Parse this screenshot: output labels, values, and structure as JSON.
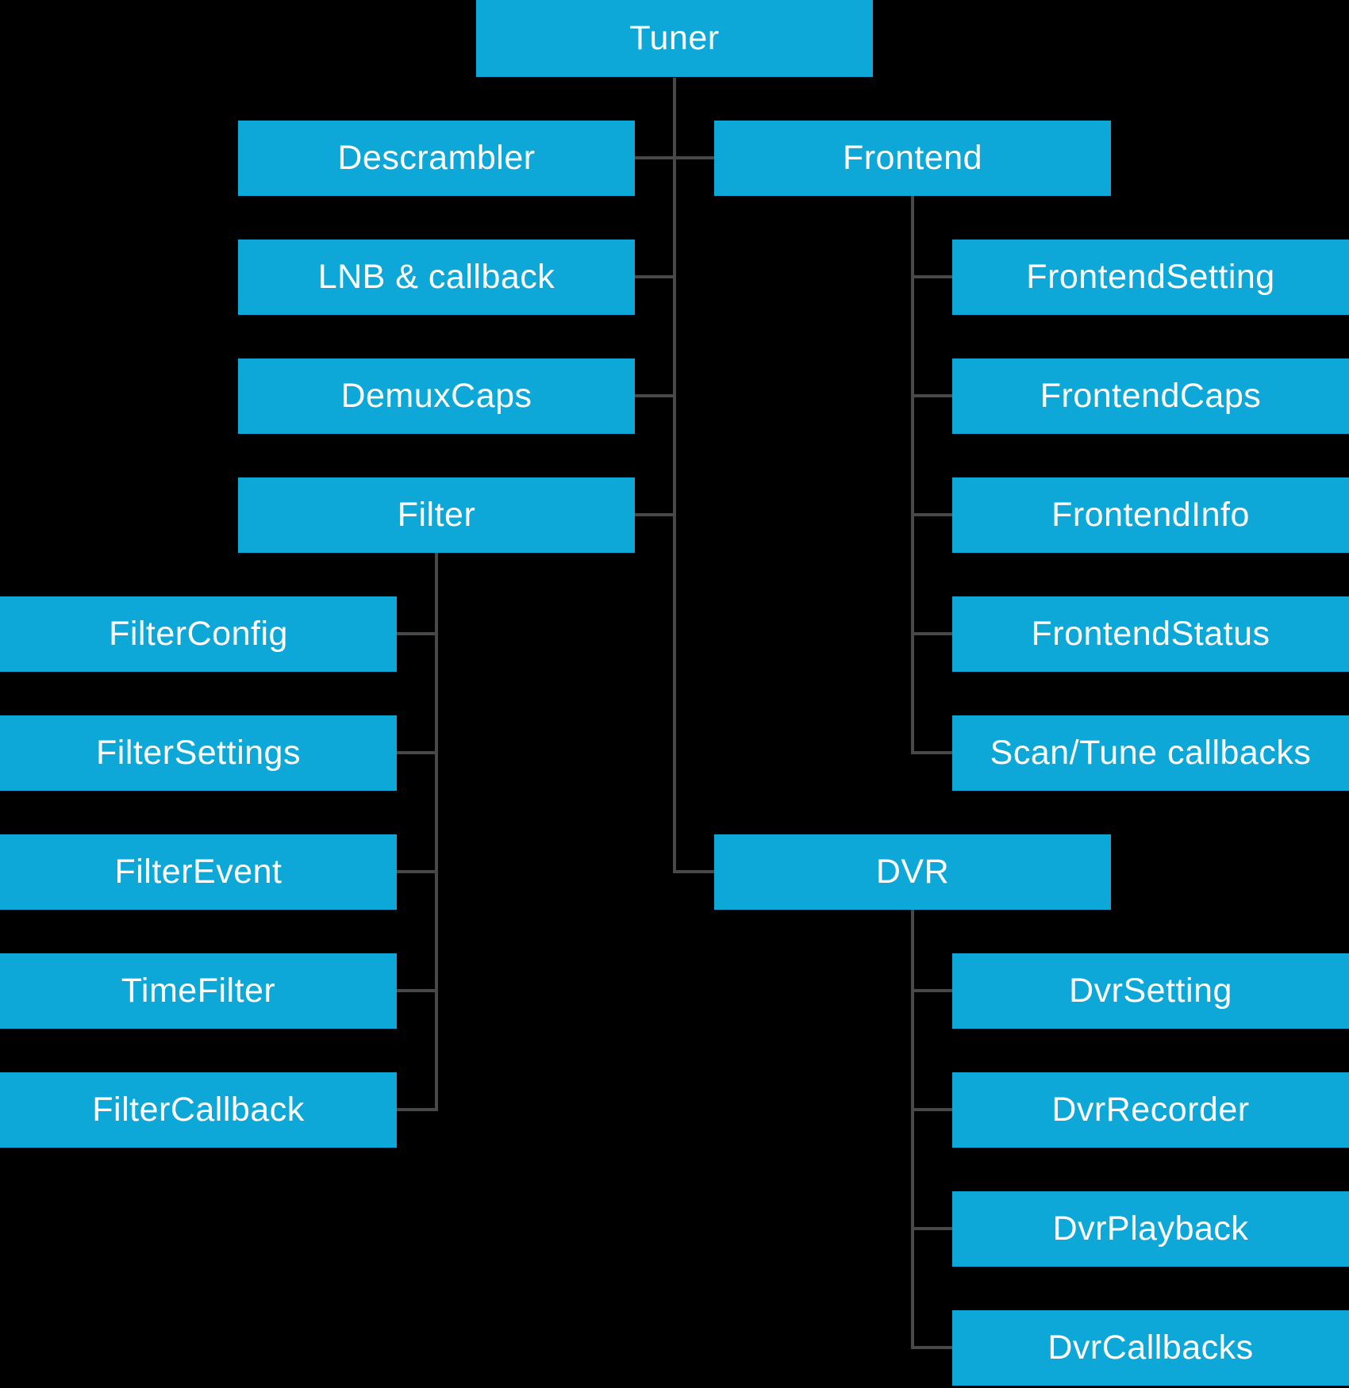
{
  "colors": {
    "background": "#000000",
    "box": "#0ea8d8",
    "text": "#ffffff",
    "connector": "#484848"
  },
  "nodes": {
    "tuner": "Tuner",
    "descrambler": "Descrambler",
    "lnb_callback": "LNB & callback",
    "demux_caps": "DemuxCaps",
    "filter": "Filter",
    "filter_config": "FilterConfig",
    "filter_settings": "FilterSettings",
    "filter_event": "FilterEvent",
    "time_filter": "TimeFilter",
    "filter_callback": "FilterCallback",
    "frontend": "Frontend",
    "frontend_setting": "FrontendSetting",
    "frontend_caps": "FrontendCaps",
    "frontend_info": "FrontendInfo",
    "frontend_status": "FrontendStatus",
    "scan_tune_callbacks": "Scan/Tune callbacks",
    "dvr": "DVR",
    "dvr_setting": "DvrSetting",
    "dvr_recorder": "DvrRecorder",
    "dvr_playback": "DvrPlayback",
    "dvr_callbacks": "DvrCallbacks"
  },
  "hierarchy": {
    "Tuner": [
      "Descrambler",
      "LNB & callback",
      "DemuxCaps",
      "Filter",
      "Frontend",
      "DVR"
    ],
    "Filter": [
      "FilterConfig",
      "FilterSettings",
      "FilterEvent",
      "TimeFilter",
      "FilterCallback"
    ],
    "Frontend": [
      "FrontendSetting",
      "FrontendCaps",
      "FrontendInfo",
      "FrontendStatus",
      "Scan/Tune callbacks"
    ],
    "DVR": [
      "DvrSetting",
      "DvrRecorder",
      "DvrPlayback",
      "DvrCallbacks"
    ]
  }
}
